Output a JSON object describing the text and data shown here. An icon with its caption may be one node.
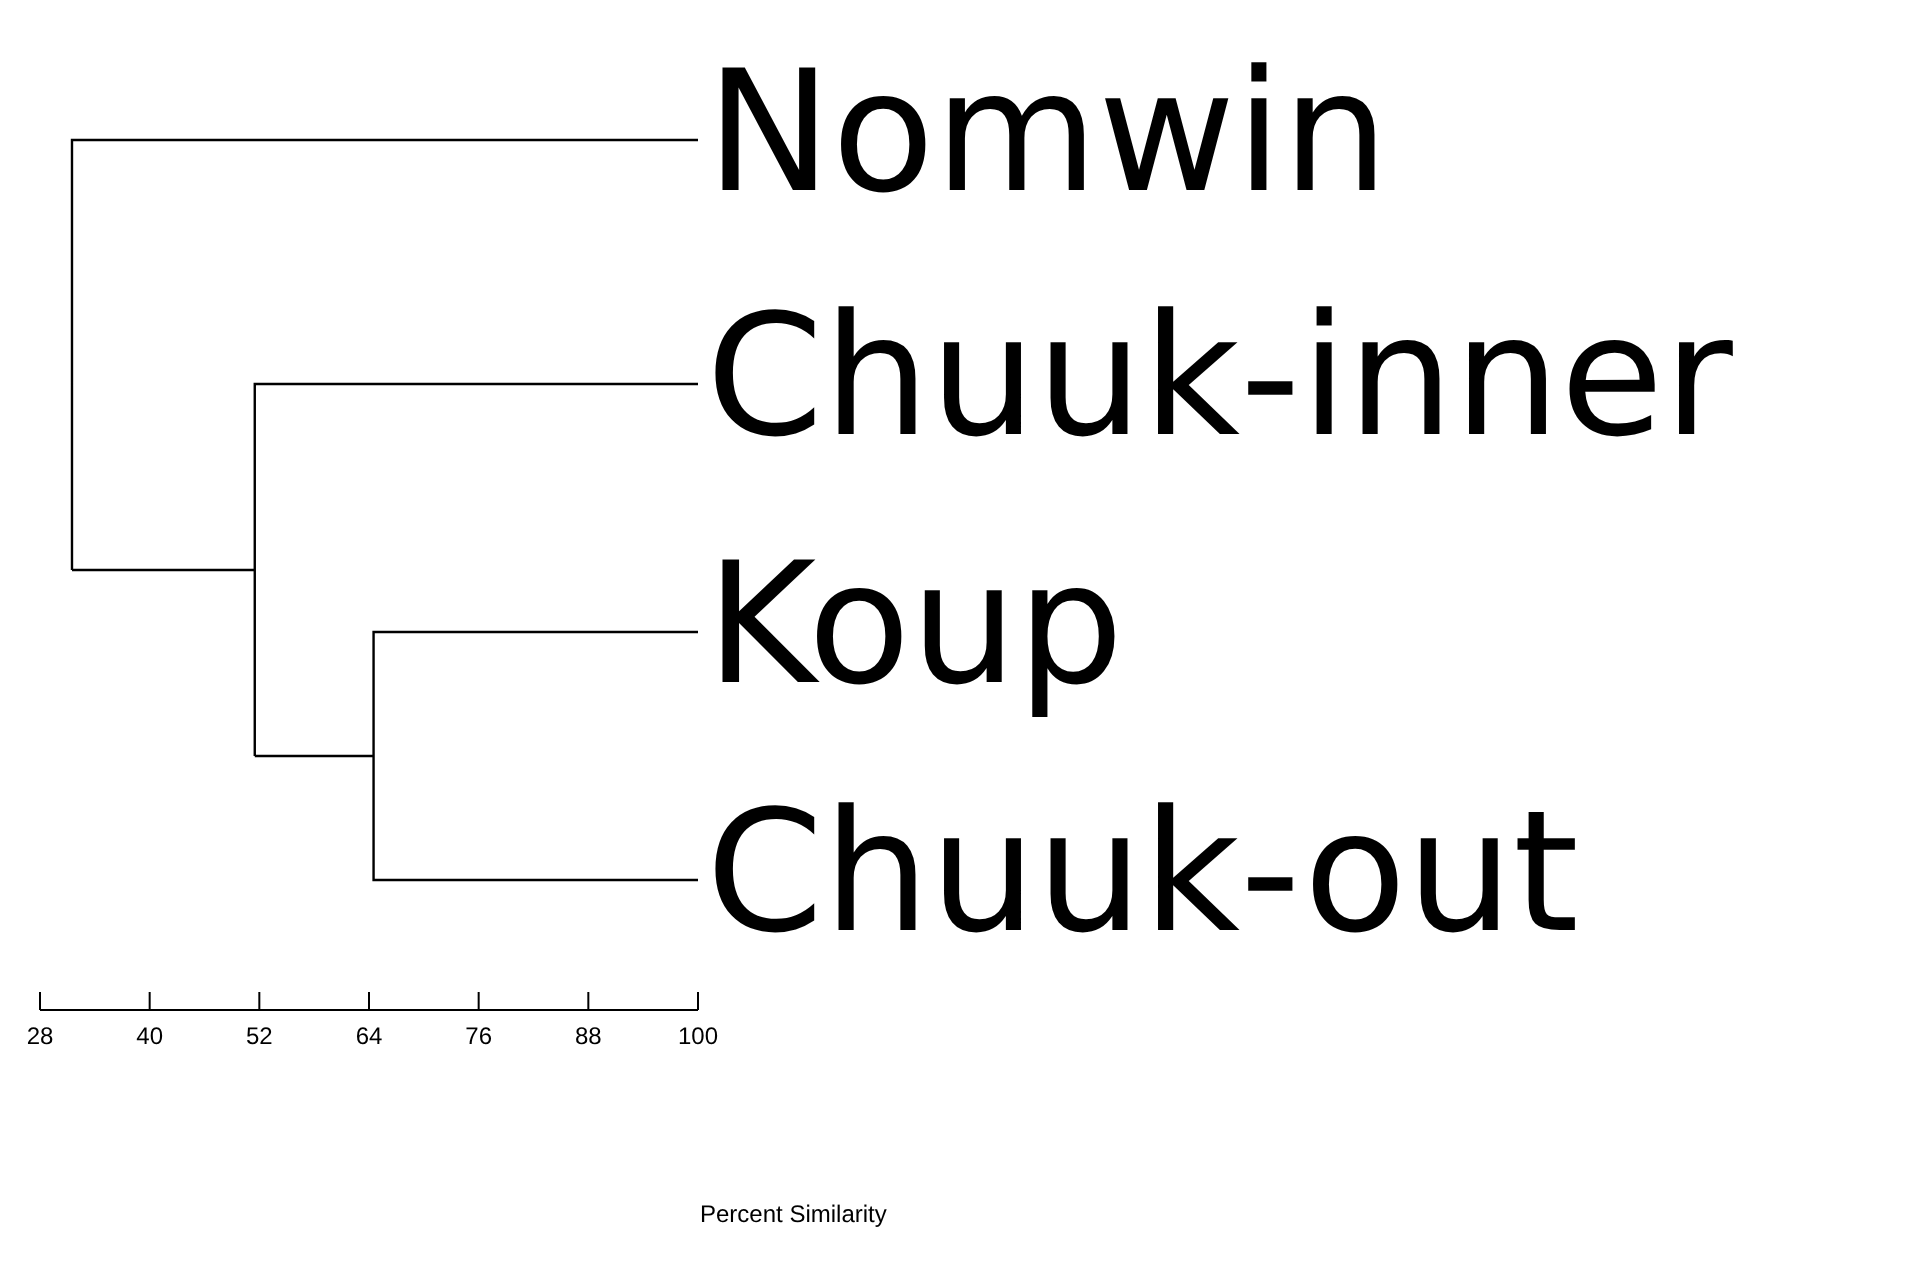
{
  "diagram": {
    "labels": [
      "Nomwin",
      "Chuuk-inner",
      "Koup",
      "Chuuk-out",
      "28",
      "40",
      "52",
      "64",
      "76",
      "88",
      "100",
      "Percent Similarity"
    ]
  }
}
